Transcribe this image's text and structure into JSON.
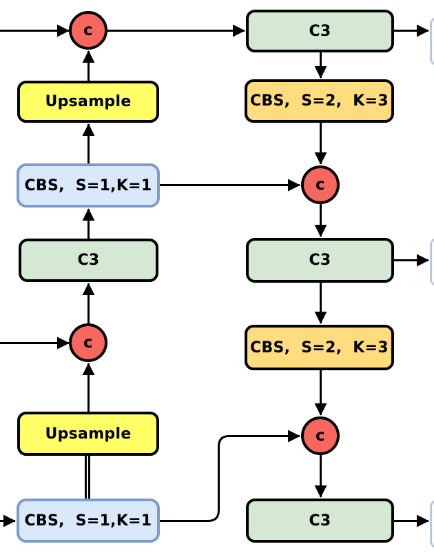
{
  "colors": {
    "yellow": "#FFFF66",
    "green": "#D5E8D4",
    "orange": "#FFDC7E",
    "blue_fill": "#DAE8FC",
    "blue_border": "#7D9CC9",
    "red": "#F7665F",
    "line": "#000000",
    "stub_border": "#B5C9E4",
    "stub_fill": "#FBFCFF"
  },
  "nodes": {
    "concat_top_left": {
      "label": "c"
    },
    "upsample_top": {
      "label": "Upsample"
    },
    "cbs_s1k1_top": {
      "label": "CBS,  S=1,K=1"
    },
    "c3_left": {
      "label": "C3"
    },
    "concat_mid_left": {
      "label": "c"
    },
    "upsample_bottom": {
      "label": "Upsample"
    },
    "cbs_s1k1_bottom": {
      "label": "CBS,  S=1,K=1"
    },
    "c3_top_right": {
      "label": "C3"
    },
    "cbs_s2k3_top": {
      "label": "CBS,  S=2,  K=3"
    },
    "concat_top_right": {
      "label": "c"
    },
    "c3_mid_right": {
      "label": "C3"
    },
    "cbs_s2k3_bottom": {
      "label": "CBS,  S=2,  K=3"
    },
    "concat_bottom_right": {
      "label": "c"
    },
    "c3_bottom_right": {
      "label": "C3"
    }
  }
}
